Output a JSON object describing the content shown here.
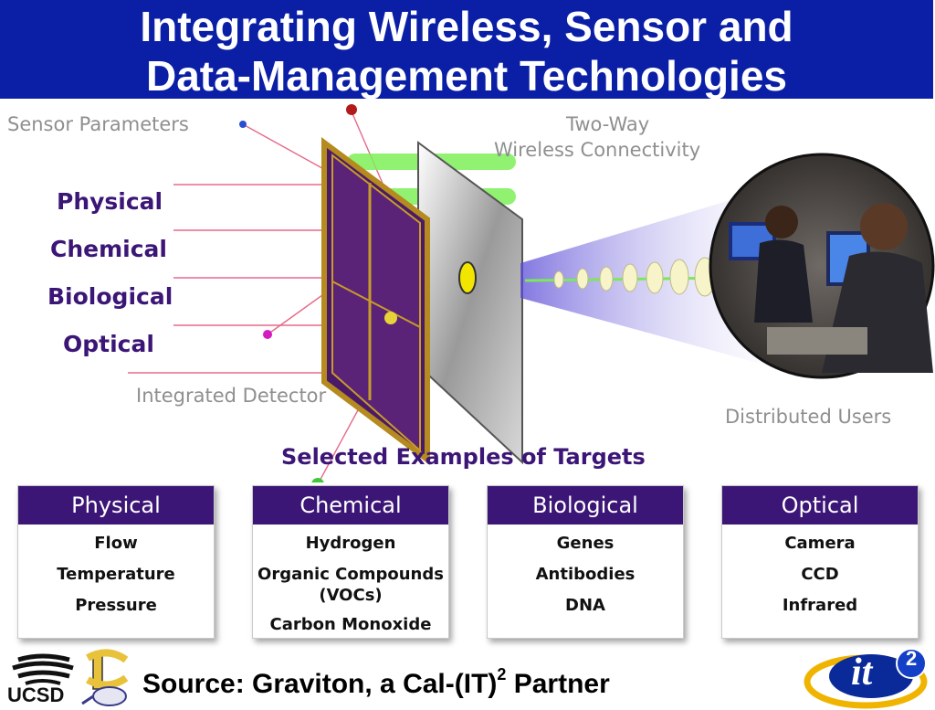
{
  "slide": {
    "title_line1": "Integrating Wireless, Sensor and",
    "title_line2": "Data-Management Technologies"
  },
  "diagram": {
    "sensor_parameters_label": "Sensor Parameters",
    "two_way_line1": "Two-Way",
    "two_way_line2": "Wireless Connectivity",
    "parameters": [
      "Physical",
      "Chemical",
      "Biological",
      "Optical"
    ],
    "integrated_detector_label": "Integrated Detector",
    "distributed_users_label": "Distributed Users",
    "targets_title": "Selected Examples of Targets"
  },
  "targets": [
    {
      "title": "Physical",
      "items": [
        "Flow",
        "Temperature",
        "Pressure"
      ]
    },
    {
      "title": "Chemical",
      "items": [
        "Hydrogen",
        "Organic Compounds\n(VOCs)",
        "Carbon Monoxide"
      ]
    },
    {
      "title": "Biological",
      "items": [
        "Genes",
        "Antibodies",
        "DNA"
      ]
    },
    {
      "title": "Optical",
      "items": [
        "Camera",
        "CCD",
        "Infrared"
      ]
    }
  ],
  "footer": {
    "source_text": "Source: Graviton, a Cal-(IT)",
    "source_sup": "2",
    "source_tail": " Partner",
    "ucsd_logo_text": "UCSD",
    "it2_logo_text": "it",
    "it2_logo_sup": "2"
  },
  "colors": {
    "title_bg": "#0a1fa6",
    "purple": "#3c1676",
    "label_gray": "#8f8f8f",
    "beam_green": "#66ee44"
  }
}
